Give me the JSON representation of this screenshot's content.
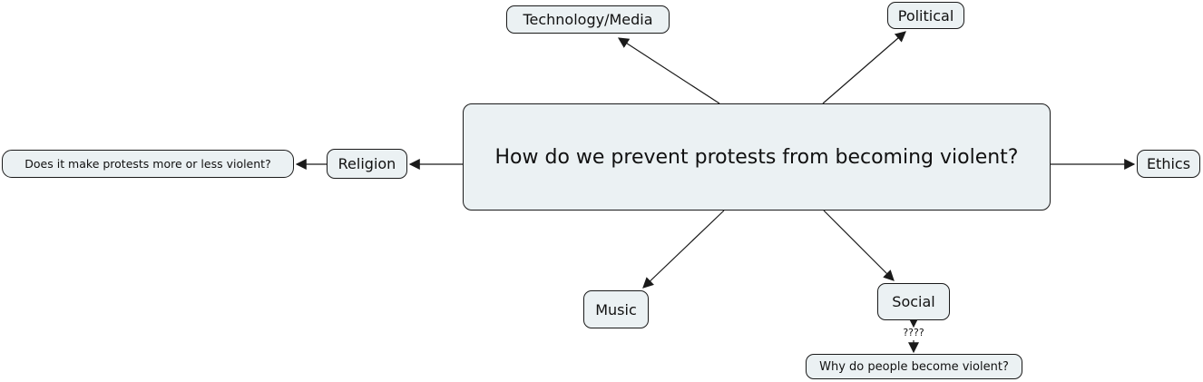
{
  "diagram": {
    "title_node": {
      "label": "How do we prevent protests from becoming violent?"
    },
    "nodes": {
      "technology_media": {
        "label": "Technology/Media"
      },
      "political": {
        "label": "Political"
      },
      "religion": {
        "label": "Religion"
      },
      "religion_question": {
        "label": "Does it make protests more or less violent?"
      },
      "ethics": {
        "label": "Ethics"
      },
      "music": {
        "label": "Music"
      },
      "social": {
        "label": "Social"
      },
      "social_question": {
        "label": "Why do people become violent?"
      }
    },
    "edge_labels": {
      "social_to_question": "????"
    },
    "edges": [
      {
        "from": "central",
        "to": "technology_media"
      },
      {
        "from": "central",
        "to": "political"
      },
      {
        "from": "central",
        "to": "religion"
      },
      {
        "from": "religion",
        "to": "religion_question"
      },
      {
        "from": "central",
        "to": "ethics"
      },
      {
        "from": "central",
        "to": "music"
      },
      {
        "from": "central",
        "to": "social"
      },
      {
        "from": "social",
        "to": "social_question",
        "label": "????"
      }
    ],
    "colors": {
      "node_fill": "#ebf1f3",
      "node_border": "#1a1a1a",
      "arrow": "#1a1a1a",
      "background": "#ffffff"
    }
  }
}
